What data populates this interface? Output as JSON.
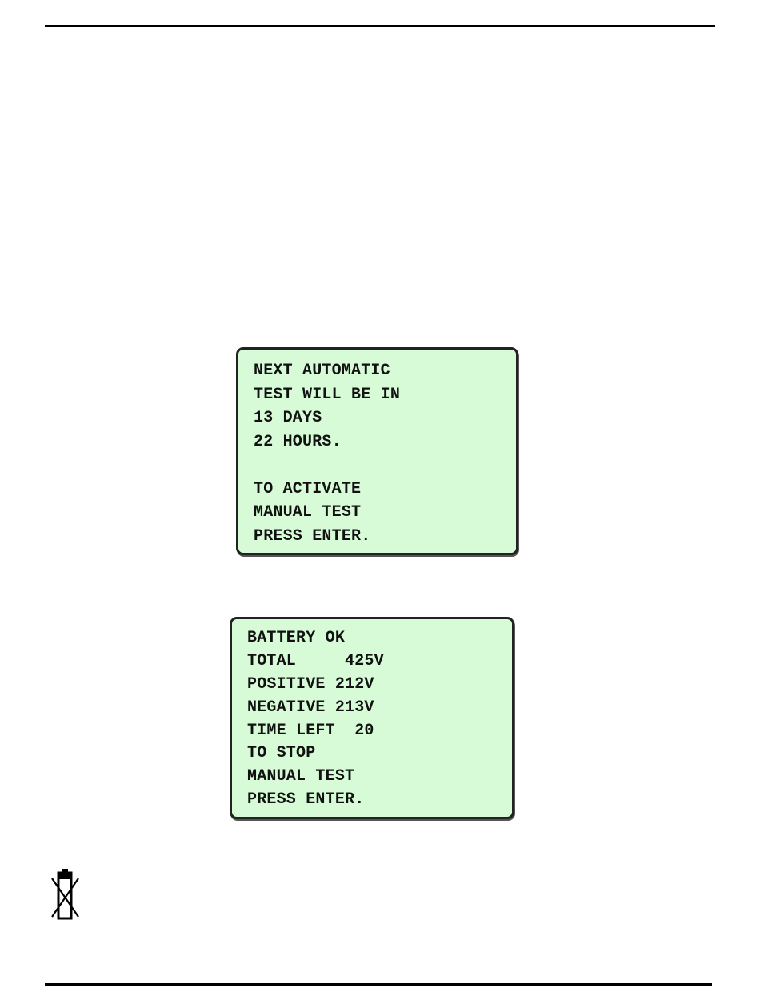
{
  "colors": {
    "lcd_background": "#d6fbd6",
    "lcd_border": "#222222",
    "rule": "#000000"
  },
  "display_1": {
    "lines": [
      "NEXT AUTOMATIC",
      "TEST WILL BE IN",
      "13 DAYS",
      "22 HOURS.",
      "",
      "TO ACTIVATE",
      "MANUAL TEST",
      "PRESS ENTER."
    ]
  },
  "display_2": {
    "lines": [
      "BATTERY OK",
      "TOTAL     425V",
      "POSITIVE 212V",
      "NEGATIVE 213V",
      "TIME LEFT  20",
      "TO STOP",
      "MANUAL TEST",
      "PRESS ENTER."
    ]
  },
  "footer_icon": "crossed-out-battery-icon"
}
